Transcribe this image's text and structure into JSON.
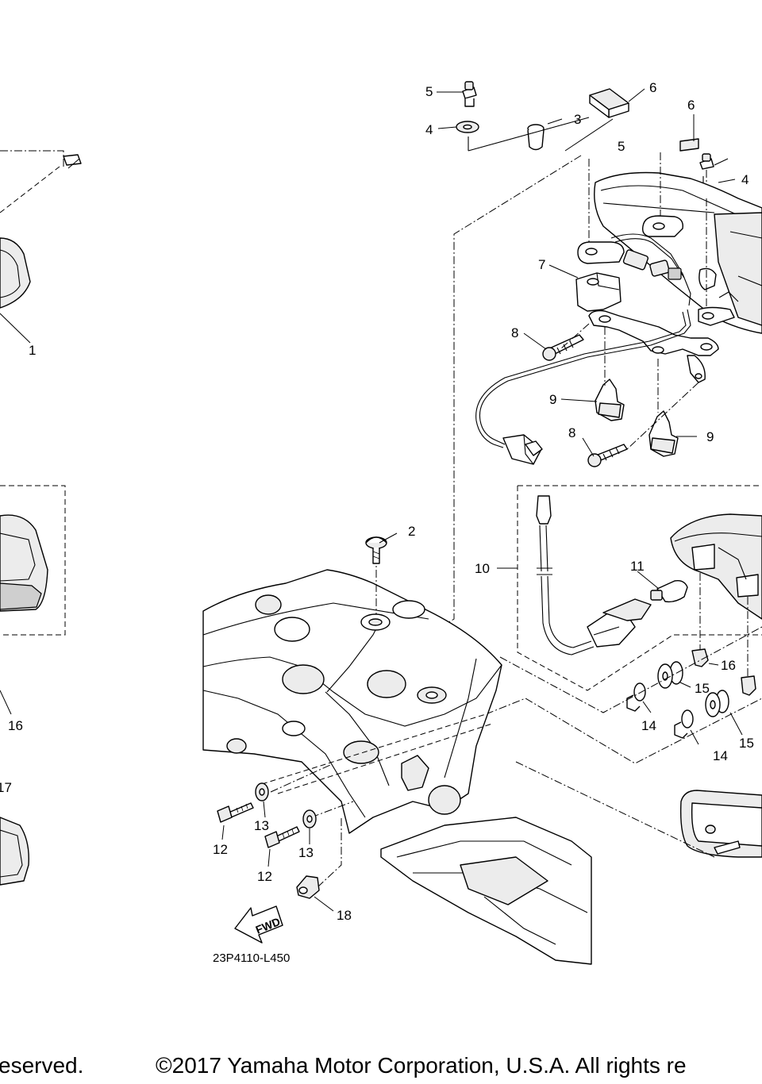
{
  "callouts": {
    "c1": "1",
    "c2": "2",
    "c3": "3",
    "c4a": "4",
    "c4b": "4",
    "c5a": "5",
    "c5b": "5",
    "c6a": "6",
    "c6b": "6",
    "c7": "7",
    "c8a": "8",
    "c8b": "8",
    "c9a": "9",
    "c9b": "9",
    "c10": "10",
    "c11": "11",
    "c12a": "12",
    "c12b": "12",
    "c13a": "13",
    "c13b": "13",
    "c14a": "14",
    "c14b": "14",
    "c15a": "15",
    "c15b": "15",
    "c16a": "16",
    "c16b": "16",
    "c17": "17",
    "c18": "18"
  },
  "fwd_label": "FWD",
  "diagram_code": "23P4110-L450",
  "footer": {
    "left": "eserved.",
    "right": "©2017 Yamaha Motor Corporation, U.S.A. All rights re"
  }
}
